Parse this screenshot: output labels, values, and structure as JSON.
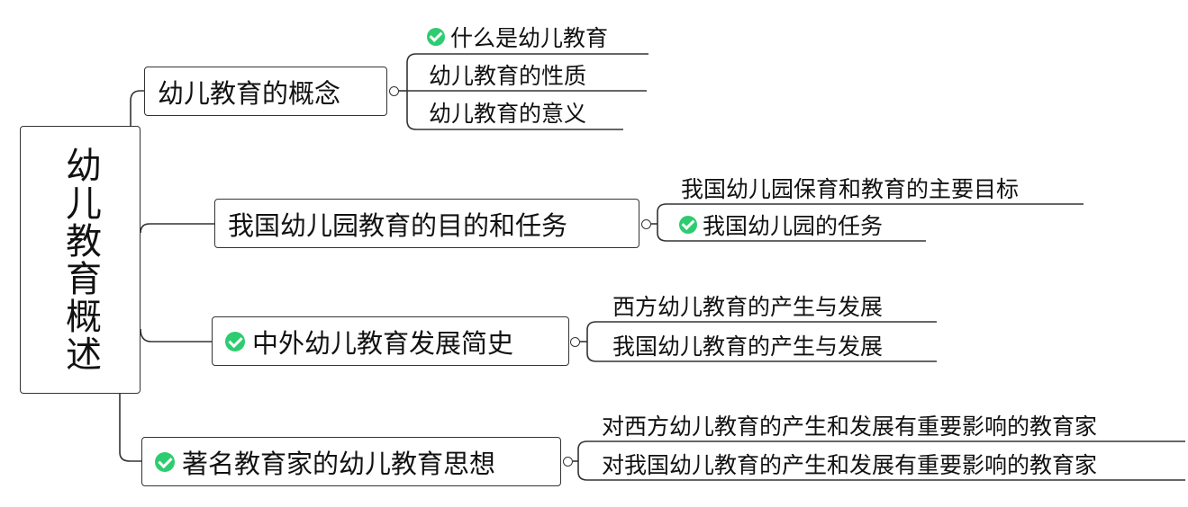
{
  "root": {
    "label": "幼儿教育概述"
  },
  "topics": [
    {
      "label": "幼儿教育的概念",
      "done": false,
      "children": [
        {
          "label": "什么是幼儿教育",
          "done": true
        },
        {
          "label": "幼儿教育的性质",
          "done": false
        },
        {
          "label": "幼儿教育的意义",
          "done": false
        }
      ]
    },
    {
      "label": "我国幼儿园教育的目的和任务",
      "done": false,
      "children": [
        {
          "label": "我国幼儿园保育和教育的主要目标",
          "done": false
        },
        {
          "label": "我国幼儿园的任务",
          "done": true
        }
      ]
    },
    {
      "label": "中外幼儿教育发展简史",
      "done": true,
      "children": [
        {
          "label": "西方幼儿教育的产生与发展",
          "done": false
        },
        {
          "label": "我国幼儿教育的产生与发展",
          "done": false
        }
      ]
    },
    {
      "label": "著名教育家的幼儿教育思想",
      "done": true,
      "children": [
        {
          "label": "对西方幼儿教育的产生和发展有重要影响的教育家",
          "done": false
        },
        {
          "label": "对我国幼儿教育的产生和发展有重要影响的教育家",
          "done": false
        }
      ]
    }
  ],
  "colors": {
    "line": "#333333",
    "check": "#2ecc71"
  }
}
